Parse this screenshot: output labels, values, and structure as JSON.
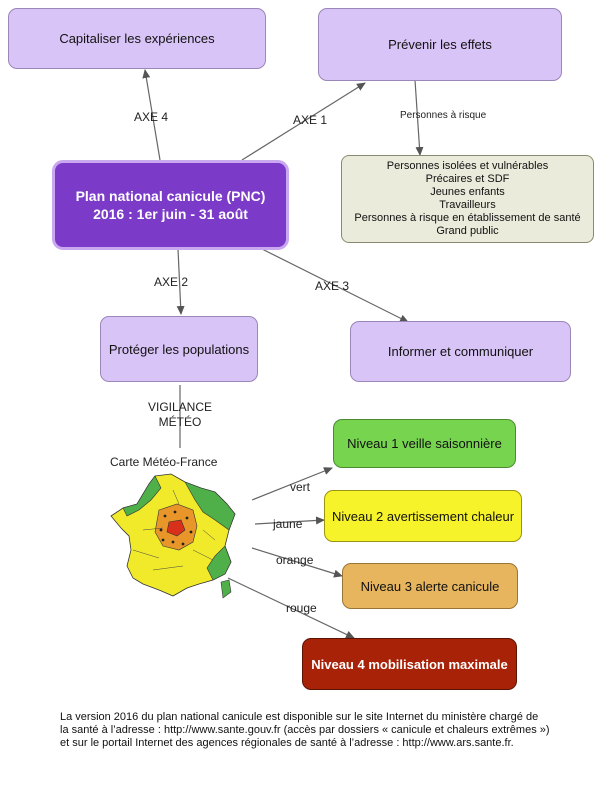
{
  "nodes": {
    "capitaliser": "Capitaliser les expériences",
    "prevenir": "Prévenir les effets",
    "pnc_line1": "Plan national canicule (PNC)",
    "pnc_line2": "2016 : 1er juin - 31 août",
    "proteger": "Protéger les populations",
    "informer": "Informer et communiquer",
    "niveau1": "Niveau 1 veille saisonnière",
    "niveau2": "Niveau 2 avertissement chaleur",
    "niveau3": "Niveau 3 alerte canicule",
    "niveau4": "Niveau 4 mobilisation maximale"
  },
  "risk_groups": [
    "Personnes isolées et vulnérables",
    "Précaires et SDF",
    "Jeunes enfants",
    "Travailleurs",
    "Personnes à risque en établissement de santé",
    "Grand public"
  ],
  "labels": {
    "axe1": "AXE 1",
    "axe2": "AXE 2",
    "axe3": "AXE 3",
    "axe4": "AXE 4",
    "personnes_risque": "Personnes à risque",
    "vigilance_line1": "VIGILANCE",
    "vigilance_line2": "MÉTÉO",
    "carte": "Carte  Météo-France",
    "vert": "vert",
    "jaune": "jaune",
    "orange": "orange",
    "rouge": "rouge"
  },
  "footer": {
    "line1": "La version 2016 du plan national canicule est disponible sur le site Internet du ministère chargé de",
    "line2": "la santé à l’adresse : http://www.sante.gouv.fr (accès par dossiers « canicule et chaleurs extrêmes »)",
    "line3": "et sur le portail Internet des agences régionales de santé à l’adresse : http://www.ars.sante.fr."
  },
  "colors": {
    "lavender": "#d9c4f7",
    "pnc_purple": "#7b3bc8",
    "risk_box": "#ebebdc",
    "niveau1_green": "#77d44f",
    "niveau2_yellow": "#f7f32a",
    "niveau3_orange": "#e6b55e",
    "niveau4_red": "#a82208"
  }
}
